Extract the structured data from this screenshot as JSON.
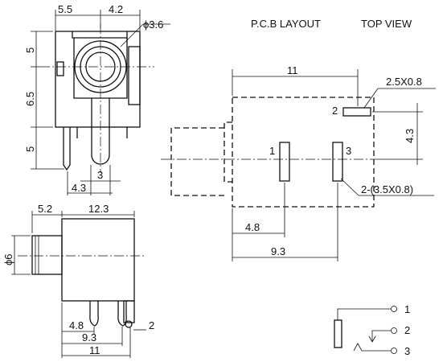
{
  "header": {
    "pcb_layout": "P.C.B LAYOUT",
    "top_view": "TOP VIEW"
  },
  "front_view": {
    "d_5_5": "5.5",
    "d_4_2": "4.2",
    "d_phi_3_6": "ϕ3.6",
    "d_5a": "5",
    "d_6_5": "6.5",
    "d_5b": "5",
    "d_3": "3",
    "d_4_3": "4.3"
  },
  "side_view": {
    "d_5_2": "5.2",
    "d_12_3": "12.3",
    "d_phi_6": "ϕ6",
    "d_4_8": "4.8",
    "d_9_3": "9.3",
    "d_11": "11",
    "d_2": "2"
  },
  "pcb": {
    "d_11": "11",
    "d_2_5x0_8": "2.5X0.8",
    "pin_2": "2",
    "d_4_3": "4.3",
    "pin_1": "1",
    "pin_3": "3",
    "d_2x_3_5x0_8": "2-(3.5X0.8)",
    "d_4_8": "4.8",
    "d_9_3": "9.3"
  },
  "schematic": {
    "pin1": "1",
    "pin2": "2",
    "pin3": "3"
  }
}
